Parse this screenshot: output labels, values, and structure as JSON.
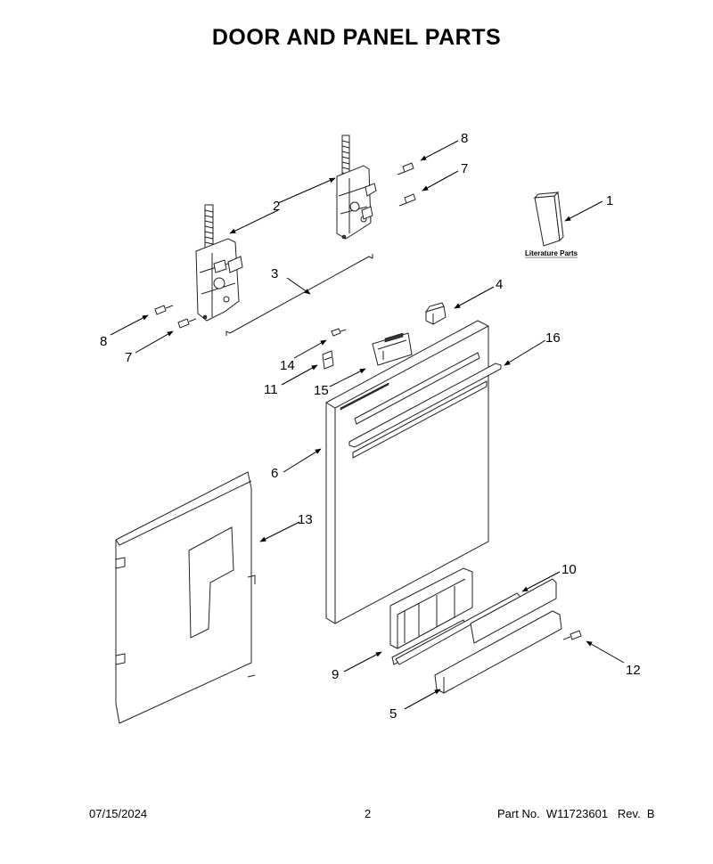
{
  "title": "DOOR AND PANEL PARTS",
  "literature_label": "Literature Parts",
  "callouts": [
    "1",
    "2",
    "3",
    "4",
    "5",
    "6",
    "7",
    "7",
    "8",
    "8",
    "9",
    "10",
    "11",
    "12",
    "13",
    "14",
    "15",
    "16"
  ],
  "footer": {
    "date": "07/15/2024",
    "page": "2",
    "part": "Part No.  W11723601   Rev.  B"
  }
}
